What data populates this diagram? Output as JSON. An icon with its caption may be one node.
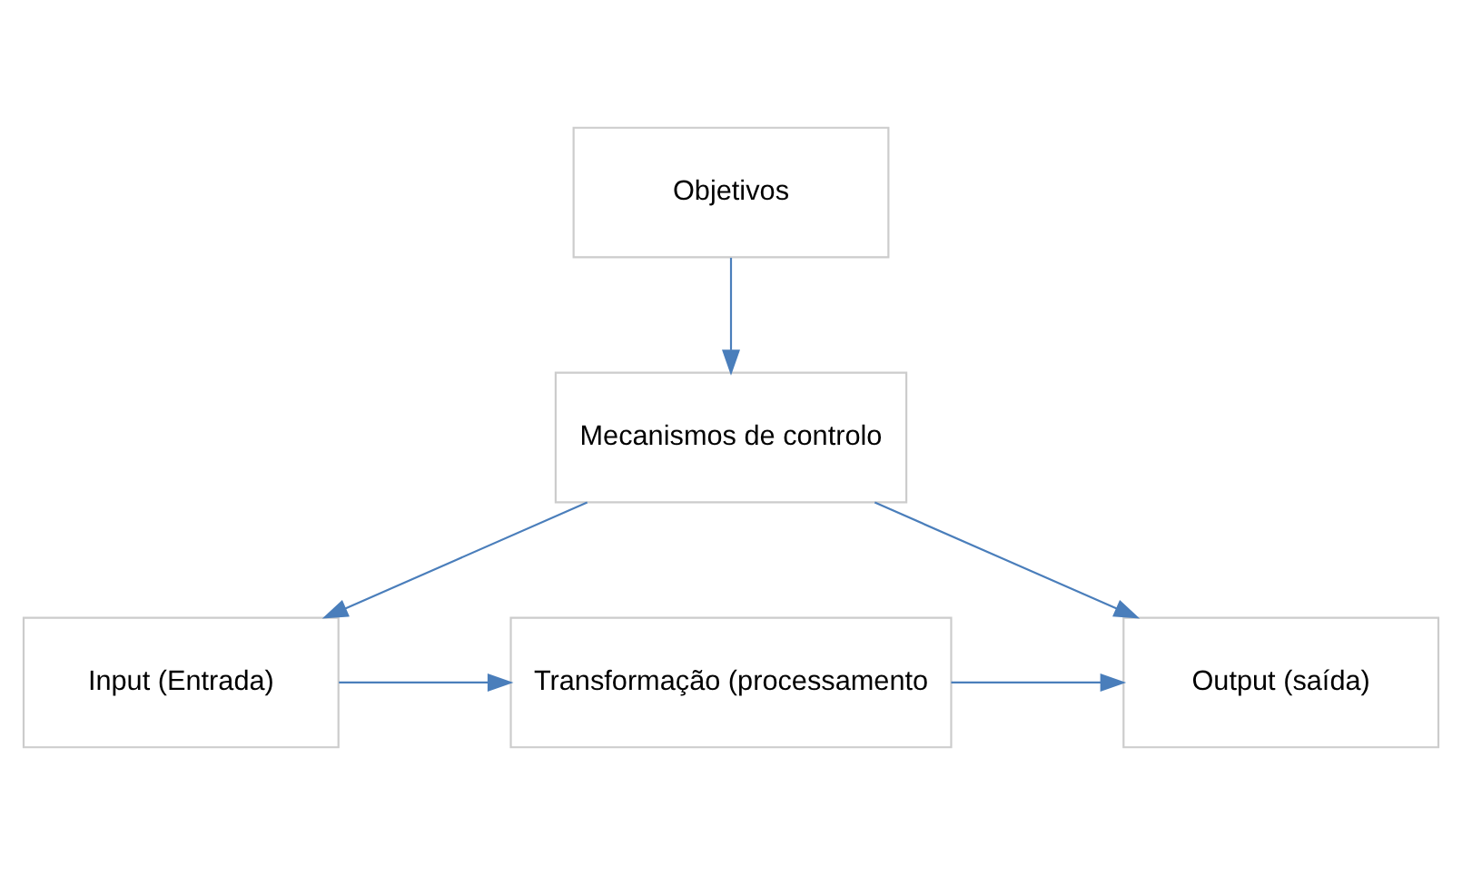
{
  "diagram": {
    "nodes": [
      {
        "text": [
          "Objetivos"
        ]
      },
      {
        "text": [
          "Mecanismos de controlo"
        ]
      },
      {
        "text": [
          "Input (Entrada)"
        ]
      },
      {
        "text": [
          "Transformação (processamento"
        ]
      },
      {
        "text": [
          "Output (saída)"
        ]
      }
    ],
    "edges": [
      {
        "from": 0,
        "to": 1,
        "arrow": "to"
      },
      {
        "from": 1,
        "to": 2,
        "arrow": "to"
      },
      {
        "from": 1,
        "to": 4,
        "arrow": "to"
      },
      {
        "from": 2,
        "to": 3,
        "arrow": "to"
      },
      {
        "from": 3,
        "to": 4,
        "arrow": "to"
      }
    ]
  }
}
